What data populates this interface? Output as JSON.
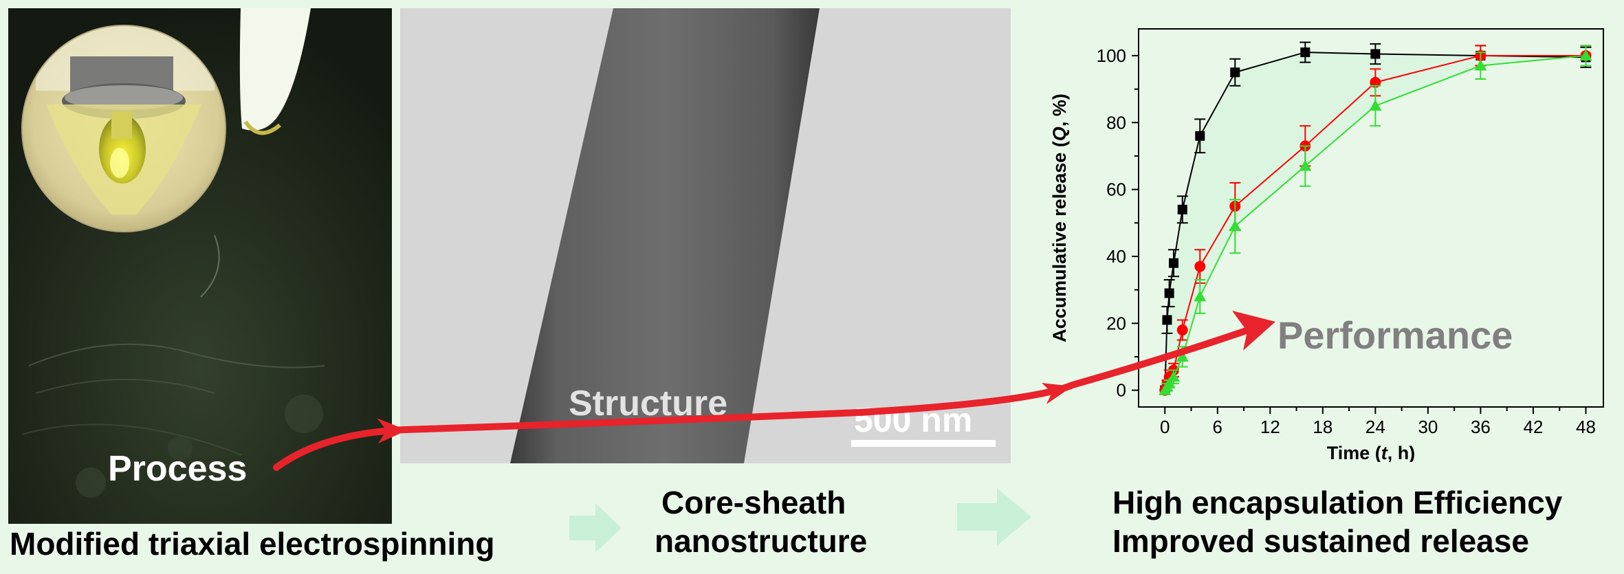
{
  "labels": {
    "process": "Process",
    "structure": "Structure",
    "scale_bar": "500 nm",
    "performance": "Performance",
    "caption_process": "Modified triaxial electrospinning",
    "caption_structure_line1": "Core-sheath",
    "caption_structure_line2": "nanostructure",
    "caption_performance_line1": "High encapsulation Efficiency",
    "caption_performance_line2": "Improved sustained release"
  },
  "colors": {
    "background": "#e9f7e9",
    "arrow": "#e8232b",
    "step_arrow": "#c8f0d6",
    "series_black": "#000000",
    "series_red": "#ff0000",
    "series_green": "#33dd33"
  },
  "chart_data": {
    "type": "line",
    "ylabel_parts": [
      "Accumulative release (",
      "Q",
      ", %)"
    ],
    "xlabel_parts": [
      "Time (",
      "t",
      ", h)"
    ],
    "xlim": [
      -3,
      50
    ],
    "ylim": [
      -5,
      108
    ],
    "xticks": [
      0,
      6,
      12,
      18,
      24,
      30,
      36,
      42,
      48
    ],
    "yticks": [
      0,
      20,
      40,
      60,
      80,
      100
    ],
    "series": [
      {
        "color": "#000000",
        "marker": "square",
        "x": [
          0,
          0.25,
          0.5,
          1,
          2,
          4,
          8,
          16,
          24,
          36,
          48
        ],
        "y": [
          0,
          21,
          29,
          38,
          54,
          76,
          95,
          101,
          100.5,
          100,
          99.5
        ],
        "err": [
          0,
          4,
          4,
          4,
          4,
          5,
          4,
          3,
          3,
          3,
          3
        ]
      },
      {
        "color": "#ff0000",
        "marker": "circle",
        "x": [
          0,
          0.25,
          0.5,
          1,
          2,
          4,
          8,
          16,
          24,
          36,
          48
        ],
        "y": [
          0,
          2,
          4,
          6,
          18,
          37,
          55,
          73,
          92,
          100,
          100
        ],
        "err": [
          0,
          1,
          2,
          2,
          3,
          5,
          7,
          6,
          4,
          3,
          3
        ]
      },
      {
        "color": "#33dd33",
        "marker": "triangle",
        "x": [
          0,
          0.25,
          0.5,
          1,
          2,
          4,
          8,
          16,
          24,
          36,
          48
        ],
        "y": [
          0,
          1,
          2,
          4,
          10,
          28,
          49,
          67,
          85,
          97,
          100
        ],
        "err": [
          0,
          1,
          1,
          2,
          3,
          5,
          8,
          6,
          6,
          4,
          3
        ]
      }
    ]
  }
}
